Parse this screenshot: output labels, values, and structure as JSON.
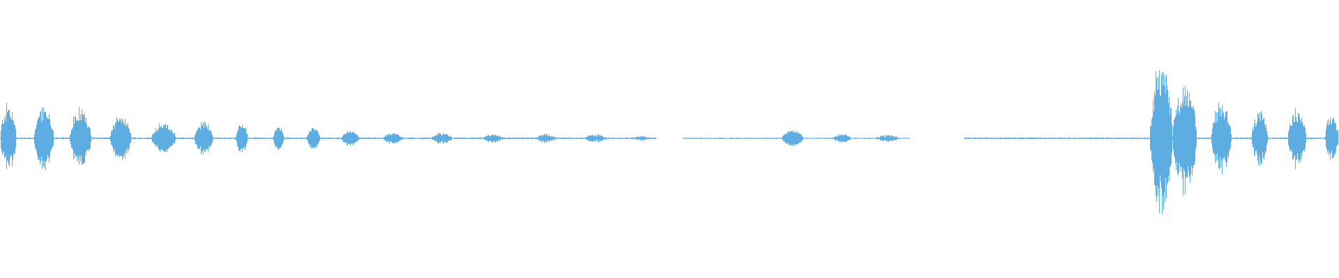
{
  "waveform": {
    "color": "#5dade2",
    "amplitude_scale": 1.0,
    "segments": [
      {
        "start": 0.0,
        "end": 0.012,
        "amp": 0.32,
        "noise": 0.55
      },
      {
        "start": 0.025,
        "end": 0.04,
        "amp": 0.3,
        "noise": 0.5
      },
      {
        "start": 0.052,
        "end": 0.068,
        "amp": 0.29,
        "noise": 0.5
      },
      {
        "start": 0.082,
        "end": 0.098,
        "amp": 0.2,
        "noise": 0.45
      },
      {
        "start": 0.113,
        "end": 0.131,
        "amp": 0.14,
        "noise": 0.4
      },
      {
        "start": 0.145,
        "end": 0.159,
        "amp": 0.15,
        "noise": 0.4
      },
      {
        "start": 0.176,
        "end": 0.185,
        "amp": 0.14,
        "noise": 0.35
      },
      {
        "start": 0.204,
        "end": 0.212,
        "amp": 0.11,
        "noise": 0.35
      },
      {
        "start": 0.229,
        "end": 0.239,
        "amp": 0.1,
        "noise": 0.35
      },
      {
        "start": 0.255,
        "end": 0.268,
        "amp": 0.07,
        "noise": 0.3
      },
      {
        "start": 0.286,
        "end": 0.301,
        "amp": 0.05,
        "noise": 0.55
      },
      {
        "start": 0.322,
        "end": 0.338,
        "amp": 0.05,
        "noise": 0.55
      },
      {
        "start": 0.361,
        "end": 0.376,
        "amp": 0.04,
        "noise": 0.6
      },
      {
        "start": 0.4,
        "end": 0.415,
        "amp": 0.04,
        "noise": 0.6
      },
      {
        "start": 0.437,
        "end": 0.453,
        "amp": 0.04,
        "noise": 0.65
      },
      {
        "start": 0.474,
        "end": 0.485,
        "amp": 0.025,
        "noise": 0.7
      },
      {
        "start": 0.584,
        "end": 0.6,
        "amp": 0.07,
        "noise": 0.2
      },
      {
        "start": 0.622,
        "end": 0.636,
        "amp": 0.04,
        "noise": 0.55
      },
      {
        "start": 0.654,
        "end": 0.672,
        "amp": 0.03,
        "noise": 0.7
      },
      {
        "start": 0.859,
        "end": 0.876,
        "amp": 0.7,
        "noise": 0.45
      },
      {
        "start": 0.876,
        "end": 0.894,
        "amp": 0.48,
        "noise": 0.4
      },
      {
        "start": 0.905,
        "end": 0.92,
        "amp": 0.33,
        "noise": 0.45
      },
      {
        "start": 0.935,
        "end": 0.947,
        "amp": 0.26,
        "noise": 0.45
      },
      {
        "start": 0.962,
        "end": 0.976,
        "amp": 0.26,
        "noise": 0.45
      },
      {
        "start": 0.99,
        "end": 1.0,
        "amp": 0.22,
        "noise": 0.45
      }
    ],
    "quiet_regions": [
      {
        "start": 0.0,
        "end": 0.49,
        "level": 0.008
      },
      {
        "start": 0.51,
        "end": 0.68,
        "level": 0.006
      },
      {
        "start": 0.72,
        "end": 1.0,
        "level": 0.008
      }
    ]
  }
}
